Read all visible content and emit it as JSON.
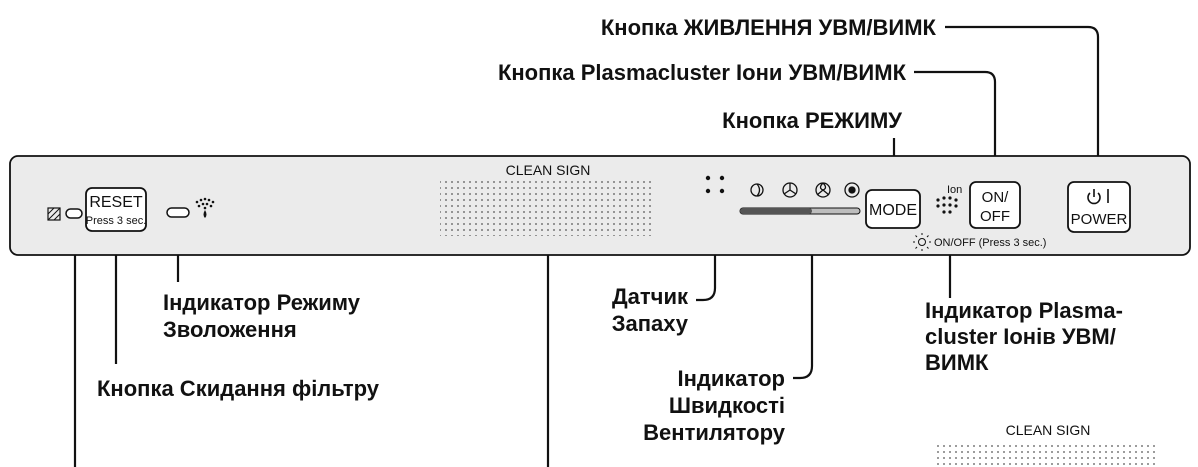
{
  "callouts": {
    "power": "Кнопка ЖИВЛЕННЯ УВМ/ВИМК",
    "plasmacluster": "Кнопка Plasmacluster Іони УВМ/ВИМК",
    "mode": "Кнопка РЕЖИМУ",
    "humidify_1": "Індикатор Режиму",
    "humidify_2": "Зволоження",
    "odor_1": "Датчик",
    "odor_2": "Запаху",
    "ion_ind_1": "Індикатор Plasma-",
    "ion_ind_2": "cluster Іонів УВМ/",
    "ion_ind_3": "ВИМК",
    "filter_reset": "Кнопка Скидання фільтру",
    "fan_1": "Індикатор",
    "fan_2": "Швидкості",
    "fan_3": "Вентилятору"
  },
  "panel": {
    "clean_sign": "CLEAN SIGN",
    "reset_1": "RESET",
    "reset_2": "Press 3 sec.",
    "mode_btn": "MODE",
    "onoff_1": "ON/",
    "onoff_2": "OFF",
    "ion_label": "Ion",
    "light_hint": "ON/OFF (Press 3 sec.)",
    "power_btn": "POWER"
  },
  "inset": {
    "clean_sign": "CLEAN SIGN"
  }
}
